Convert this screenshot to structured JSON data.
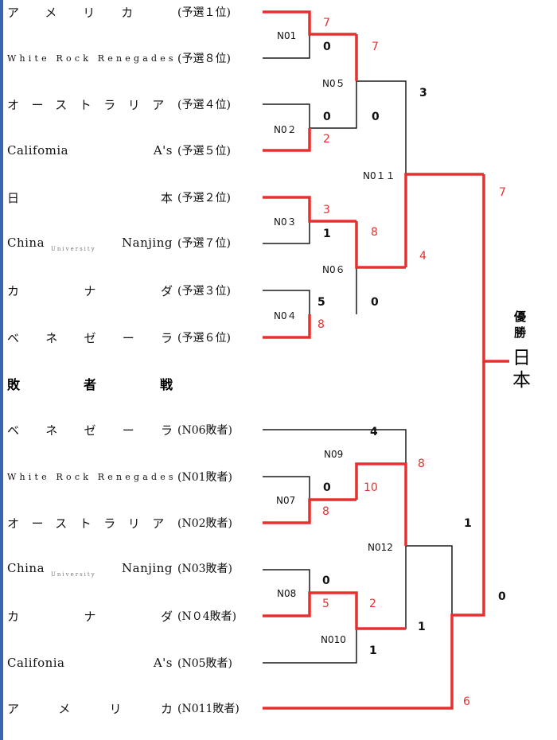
{
  "teams": {
    "t1": {
      "name": [
        "アメリカ"
      ],
      "note": "(予選１位)"
    },
    "t2": {
      "name": [
        "White Rock Renegades"
      ],
      "note": "(予選８位)"
    },
    "t3": {
      "name": [
        "オーストラリア"
      ],
      "note": "(予選４位)"
    },
    "t4": {
      "name": [
        "Califomia",
        "A's"
      ],
      "note": "(予選５位)"
    },
    "t5": {
      "name": [
        "日",
        "本"
      ],
      "note": "(予選２位)"
    },
    "t6": {
      "name": [
        "China",
        "Nanjing"
      ],
      "note": "(予選７位)",
      "sub": "University"
    },
    "t7": {
      "name": [
        "カ",
        "ナ",
        "ダ"
      ],
      "note": "(予選３位)"
    },
    "t8": {
      "name": [
        "ベ",
        "ネ",
        "ゼ",
        "ー",
        "ラ"
      ],
      "note": "(予選６位)"
    },
    "l1": {
      "name": [
        "ベ",
        "ネ",
        "ゼ",
        "ー",
        "ラ"
      ],
      "note": "(N06敗者)"
    },
    "l2": {
      "name": [
        "White Rock Renegades"
      ],
      "note": "(N01敗者)"
    },
    "l3": {
      "name": [
        "オーストラリア"
      ],
      "note": "(N02敗者)"
    },
    "l4": {
      "name": [
        "China",
        "Nanjing"
      ],
      "note": "(N03敗者)",
      "sub": "University"
    },
    "l5": {
      "name": [
        "カ",
        "ナ",
        "ダ"
      ],
      "note": "(N０4敗者)"
    },
    "l6": {
      "name": [
        "Califonia",
        "A's"
      ],
      "note": "(N05敗者)"
    },
    "l7": {
      "name": [
        "ア",
        "メ",
        "リ",
        "カ"
      ],
      "note": "(N011敗者)"
    }
  },
  "section_title": [
    "敗",
    "者",
    "戦"
  ],
  "matches": {
    "m1": "N01",
    "m2": "N0２",
    "m3": "N0３",
    "m4": "N0４",
    "m5": "N0５",
    "m6": "N0６",
    "m7": "N07",
    "m8": "N08",
    "m9": "N09",
    "m10": "N010",
    "m11": "N0１１",
    "m12": "N012"
  },
  "scores": {
    "s_m1_top": "7",
    "s_m1_bot": "0",
    "s_m2_top": "0",
    "s_m2_bot": "2",
    "s_m3_top": "3",
    "s_m3_bot": "1",
    "s_m4_top": "5",
    "s_m4_bot": "8",
    "s_m5_top": "7",
    "s_m5_bot": "0",
    "s_m6_top": "8",
    "s_m6_bot": "0",
    "s_m11_top": "3",
    "s_m11_bot": "4",
    "s_final_top": "7",
    "s_m9_top": "4",
    "s_m7_top": "0",
    "s_m7_bot": "8",
    "s_m9_bot": "10",
    "s_m12_top": "8",
    "s_m8_top": "0",
    "s_m8_bot": "5",
    "s_m10_top": "2",
    "s_m12_bot": "1",
    "s_m10_bot": "1",
    "s_final_low_top": "1",
    "s_final_low_bot": "6",
    "s_final_bot": "0"
  },
  "champion_label": "優勝",
  "champion": "日本",
  "colors": {
    "winner": "#e53030",
    "line": "#1a1a1a",
    "accent_bar": "#3a64b4"
  }
}
